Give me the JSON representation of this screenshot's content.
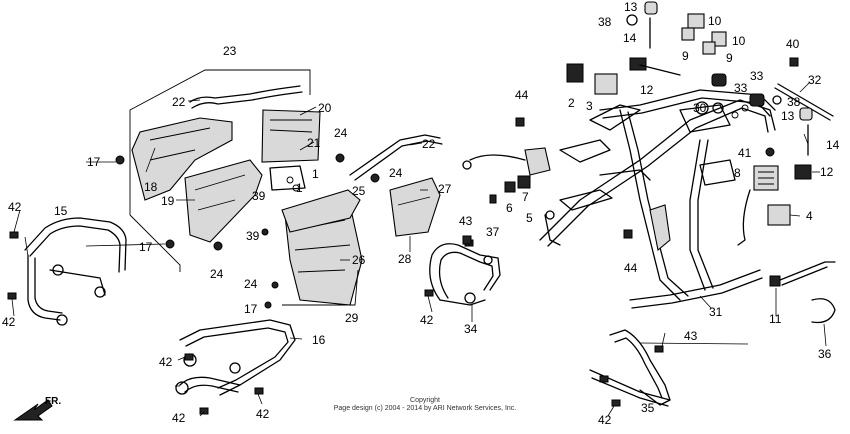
{
  "diagram": {
    "direction_label": "FR.",
    "copyright_line1": "Copyright",
    "copyright_line2": "Page design (c) 2004 - 2014 by ARI Network Services, Inc.",
    "callouts": [
      "13",
      "38",
      "10",
      "14",
      "10",
      "9",
      "9",
      "40",
      "32",
      "2",
      "3",
      "12",
      "33",
      "33",
      "30",
      "38",
      "13",
      "44",
      "23",
      "22",
      "20",
      "21",
      "24",
      "17",
      "18",
      "1",
      "1",
      "22",
      "24",
      "25",
      "27",
      "19",
      "39",
      "17",
      "39",
      "24",
      "26",
      "28",
      "15",
      "42",
      "42",
      "43",
      "37",
      "6",
      "7",
      "5",
      "44",
      "41",
      "8",
      "12",
      "14",
      "4",
      "11",
      "36",
      "31",
      "34",
      "42",
      "29",
      "24",
      "17",
      "16",
      "42",
      "42",
      "42",
      "43",
      "35",
      "42"
    ]
  }
}
